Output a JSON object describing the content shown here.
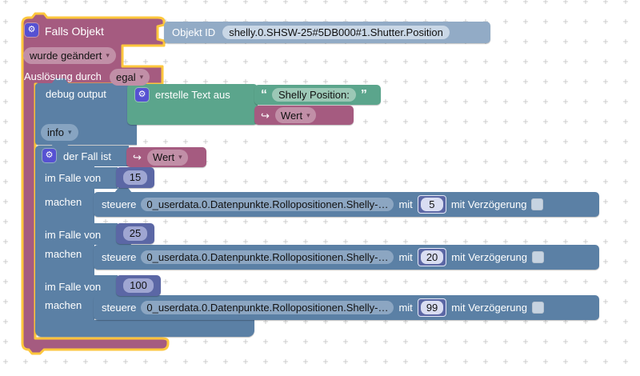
{
  "colors": {
    "trigger": "#A55B80",
    "trigger_light": "#C18FA7",
    "logic": "#5B80A5",
    "logic_light": "#87A4C1",
    "text_green": "#5BA58C",
    "text_green_light": "#9CC8B6",
    "math": "#5B67A5",
    "math_light": "#9FA6D2",
    "object_id_block": "#92ABC6",
    "object_id_field": "#C9D7E6",
    "selected_outline": "#FDC73D",
    "gear_icon_bg": "#5651D2",
    "grid_cross": "#CCCCCC"
  },
  "icons": {
    "gear": "⚙",
    "dropdown": "▾",
    "quote_open": "“",
    "quote_close": "”",
    "value_arrow": "↪"
  },
  "trigger_block": {
    "title": "Falls Objekt",
    "object_id": {
      "label": "Objekt ID",
      "value": "shelly.0.SHSW-25#5DB000#1.Shutter.Position"
    },
    "change_mode": "wurde geändert",
    "trigger_label": "Auslösung durch",
    "trigger_mode": "egal"
  },
  "debug_block": {
    "label": "debug output",
    "level": "info"
  },
  "text_join_block": {
    "label": "erstelle Text aus",
    "string_value": "Shelly Position:",
    "value_name": "Wert"
  },
  "switch_block": {
    "label": "der Fall ist",
    "value_name": "Wert",
    "case_label": "im Falle von",
    "do_label": "machen",
    "control_labels": {
      "verb": "steuere",
      "with": "mit",
      "delay": "mit Verzögerung"
    },
    "control_oid": "0_userdata.0.Datenpunkte.Rollopositionen.Shelly-…",
    "cases": [
      {
        "case_value": "15",
        "control_value": "5",
        "delay_checked": false
      },
      {
        "case_value": "25",
        "control_value": "20",
        "delay_checked": false
      },
      {
        "case_value": "100",
        "control_value": "99",
        "delay_checked": false
      }
    ]
  }
}
